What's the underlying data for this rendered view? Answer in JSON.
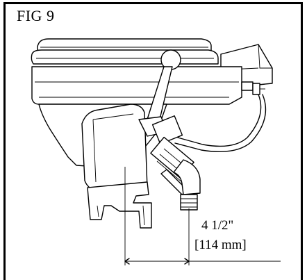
{
  "figure": {
    "label": "FIG 9"
  },
  "dimension": {
    "imperial": "4 1/2\"",
    "metric": "[114 mm]"
  },
  "drawing": {
    "subject": "toilet-side-view-line-drawing"
  }
}
